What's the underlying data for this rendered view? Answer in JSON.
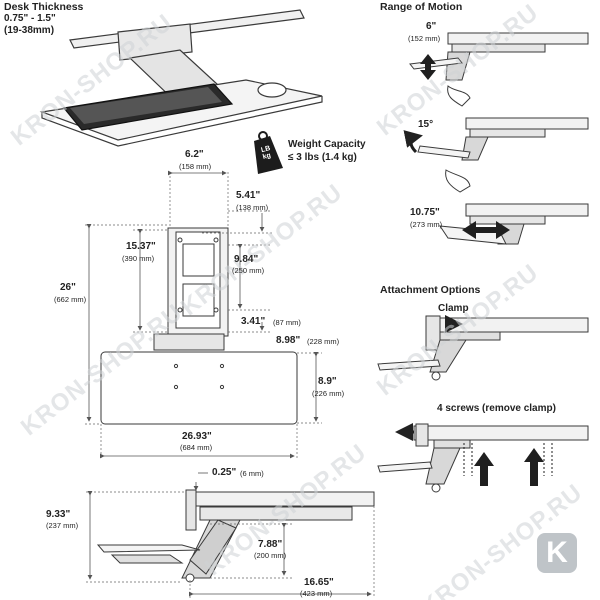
{
  "header": {
    "desk_thickness": {
      "title": "Desk Thickness",
      "inches": "0.75\" - 1.5\"",
      "mm": "(19-38mm)"
    },
    "range_of_motion": "Range of Motion",
    "attachment_options": "Attachment Options"
  },
  "weight": {
    "icon_text": "LB\nkg",
    "title": "Weight Capacity",
    "value": "≤ 3 lbs (1.4 kg)"
  },
  "dims": {
    "d1": {
      "in": "6.2\"",
      "mm": "(158 mm)"
    },
    "d2": {
      "in": "5.41\"",
      "mm": "(138 mm)"
    },
    "d3": {
      "in": "15.37\"",
      "mm": "(390 mm)"
    },
    "d4": {
      "in": "9.84\"",
      "mm": "(250 mm)"
    },
    "d5": {
      "in": "26\"",
      "mm": "(662 mm)"
    },
    "d6": {
      "in": "3.41\"",
      "mm": "(87 mm)"
    },
    "d7": {
      "in": "8.98\"",
      "mm": "(228 mm)"
    },
    "d8": {
      "in": "8.9\"",
      "mm": "(226 mm)"
    },
    "d9": {
      "in": "26.93\"",
      "mm": "(684 mm)"
    },
    "d10": {
      "in": "0.25\"",
      "mm": "(6 mm)"
    },
    "d11": {
      "in": "9.33\"",
      "mm": "(237 mm)"
    },
    "d12": {
      "in": "7.88\"",
      "mm": "(200 mm)"
    },
    "d13": {
      "in": "16.65\"",
      "mm": "(423 mm)"
    }
  },
  "motion": {
    "m1": {
      "in": "6\"",
      "mm": "(152 mm)"
    },
    "m2": {
      "in": "15°"
    },
    "m3": {
      "in": "10.75\"",
      "mm": "(273 mm)"
    }
  },
  "attach": {
    "clamp": "Clamp",
    "screws": "4 screws (remove clamp)"
  },
  "watermark": "KRON-SHOP.RU",
  "logo_letter": "K",
  "colors": {
    "line": "#3a3a3a",
    "dim": "#555555",
    "fill": "#e6e6e6",
    "dark": "#1f1f1f",
    "watermark": "#cfd3d6"
  }
}
